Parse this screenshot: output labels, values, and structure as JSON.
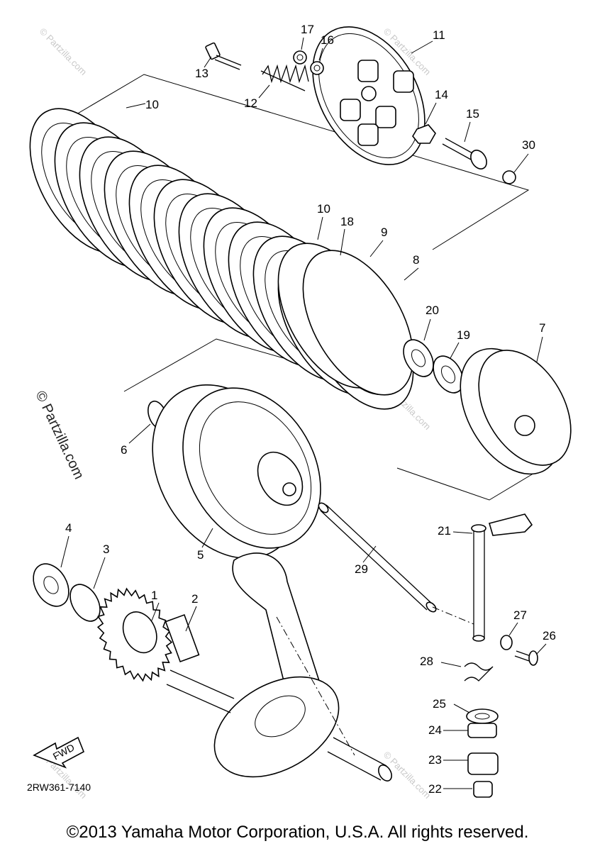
{
  "diagram": {
    "part_labels": [
      "1",
      "2",
      "3",
      "4",
      "5",
      "6",
      "7",
      "8",
      "9",
      "10",
      "10",
      "11",
      "12",
      "13",
      "14",
      "15",
      "16",
      "17",
      "18",
      "19",
      "20",
      "21",
      "22",
      "23",
      "24",
      "25",
      "26",
      "27",
      "28",
      "29",
      "30"
    ],
    "diagram_code": "2RW361-7140",
    "fwd_label": "FWD",
    "watermark_vertical": "© Partzilla.com",
    "watermark_small": "© Partzilla.com",
    "copyright": "©2013 Yamaha Motor Corporation, U.S.A. All rights reserved."
  }
}
